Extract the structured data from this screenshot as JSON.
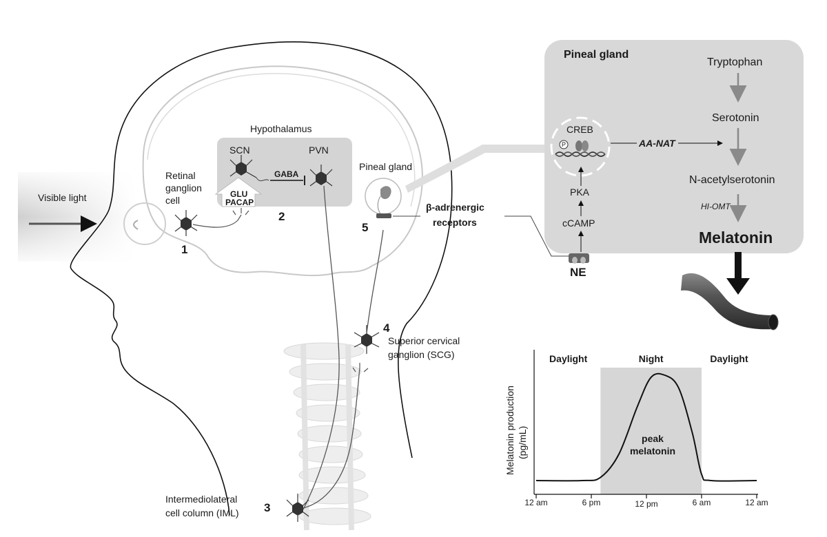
{
  "labels": {
    "visible_light": "Visible light",
    "retinal_ganglion": [
      "Retinal",
      "ganglion",
      "cell"
    ],
    "hypothalamus": "Hypothalamus",
    "scn": "SCN",
    "pvn": "PVN",
    "gaba": "GABA",
    "glu": "GLU",
    "pacap": "PACAP",
    "pineal_small": "Pineal gland",
    "beta_receptors": [
      "β-adrenergic",
      "receptors"
    ],
    "scg": [
      "Superior cervical",
      "ganglion (SCG)"
    ],
    "iml": [
      "Intermediolateral",
      "cell column (IML)"
    ],
    "steps": [
      "1",
      "2",
      "3",
      "4",
      "5"
    ]
  },
  "pineal_panel": {
    "title": "Pineal gland",
    "creb": "CREB",
    "phospho": "P",
    "aanat": "AA-NAT",
    "pka": "PKA",
    "camp": "cCAMP",
    "ne": "NE",
    "pathway": [
      "Tryptophan",
      "Serotonin",
      "N-acetylserotonin",
      "Melatonin"
    ],
    "hiomt": "HI-OMT"
  },
  "chart_data": {
    "type": "line",
    "title": "",
    "ylabel": [
      "Melatonin production",
      "(pg/mL)"
    ],
    "x_ticks": [
      "12 am",
      "6 pm",
      "12 pm",
      "6 am",
      "12 am"
    ],
    "x": [
      0,
      6,
      12,
      18,
      24
    ],
    "regions": [
      {
        "label": "Daylight",
        "from": 0,
        "to": 7
      },
      {
        "label": "Night",
        "from": 7,
        "to": 18
      },
      {
        "label": "Daylight",
        "from": 18,
        "to": 24
      }
    ],
    "annotation": [
      "peak",
      "melatonin"
    ],
    "series": [
      {
        "points": [
          [
            0,
            0.0
          ],
          [
            5,
            0.0
          ],
          [
            7,
            0.03
          ],
          [
            9,
            0.25
          ],
          [
            11,
            0.7
          ],
          [
            12.5,
            0.98
          ],
          [
            14,
            1.0
          ],
          [
            15.5,
            0.88
          ],
          [
            17,
            0.45
          ],
          [
            18,
            0.06
          ],
          [
            19,
            0.0
          ],
          [
            24,
            0.0
          ]
        ]
      }
    ],
    "colors": {
      "night": "#d6d6d6",
      "line": "#111111"
    }
  }
}
